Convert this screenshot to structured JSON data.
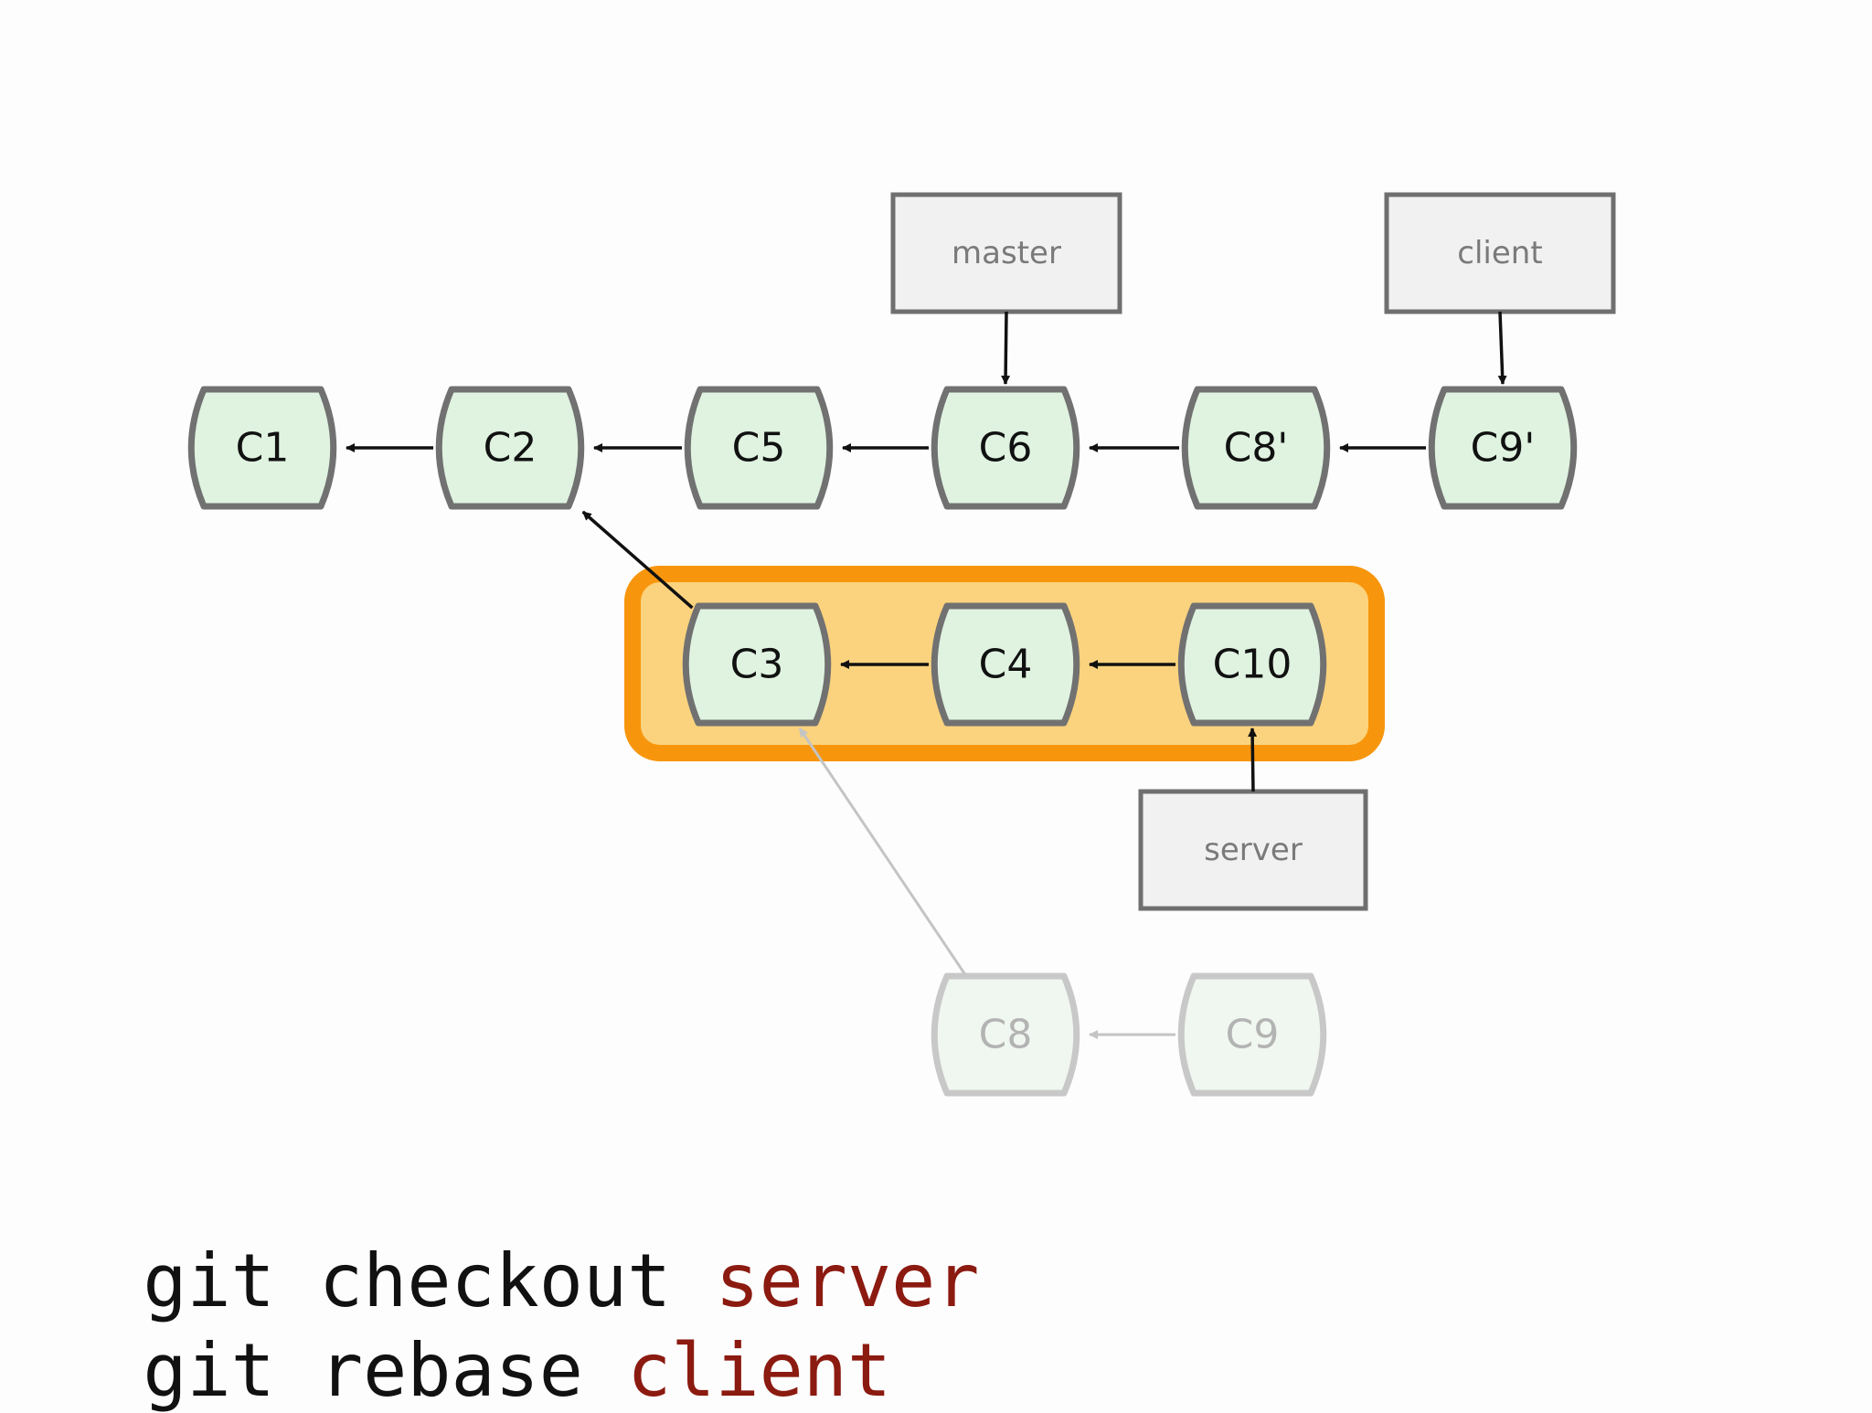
{
  "colors": {
    "commit_fill": "#dff3e0",
    "commit_stroke": "#717171",
    "faded_fill": "#f0f7f0",
    "faded_stroke": "#c8c8c8",
    "branch_fill": "#f1f1f1",
    "branch_stroke": "#6f6f6f",
    "highlight_fill": "#fbd37e",
    "highlight_stroke": "#f7960d",
    "arrow": "#111111",
    "faded_arrow": "#c4c4c4",
    "command_arg": "#8b1a10"
  },
  "commits": [
    {
      "id": "C1",
      "faded": false
    },
    {
      "id": "C2",
      "faded": false
    },
    {
      "id": "C5",
      "faded": false
    },
    {
      "id": "C6",
      "faded": false
    },
    {
      "id": "C8'",
      "faded": false
    },
    {
      "id": "C9'",
      "faded": false
    },
    {
      "id": "C3",
      "faded": false
    },
    {
      "id": "C4",
      "faded": false
    },
    {
      "id": "C10",
      "faded": false
    },
    {
      "id": "C8",
      "faded": true
    },
    {
      "id": "C9",
      "faded": true
    }
  ],
  "parent_links": [
    {
      "from": "C2",
      "to": "C1",
      "faded": false
    },
    {
      "from": "C5",
      "to": "C2",
      "faded": false
    },
    {
      "from": "C6",
      "to": "C5",
      "faded": false
    },
    {
      "from": "C8'",
      "to": "C6",
      "faded": false
    },
    {
      "from": "C9'",
      "to": "C8'",
      "faded": false
    },
    {
      "from": "C3",
      "to": "C2",
      "faded": false
    },
    {
      "from": "C4",
      "to": "C3",
      "faded": false
    },
    {
      "from": "C10",
      "to": "C4",
      "faded": false
    },
    {
      "from": "C8",
      "to": "C3",
      "faded": true
    },
    {
      "from": "C9",
      "to": "C8",
      "faded": true
    }
  ],
  "branches": [
    {
      "name": "master",
      "target": "C6"
    },
    {
      "name": "client",
      "target": "C9'"
    },
    {
      "name": "server",
      "target": "C10"
    }
  ],
  "highlighted_commits": [
    "C3",
    "C4",
    "C10"
  ],
  "commands": [
    {
      "cmd": "git checkout ",
      "arg": "server"
    },
    {
      "cmd": "git rebase ",
      "arg": "client"
    }
  ]
}
